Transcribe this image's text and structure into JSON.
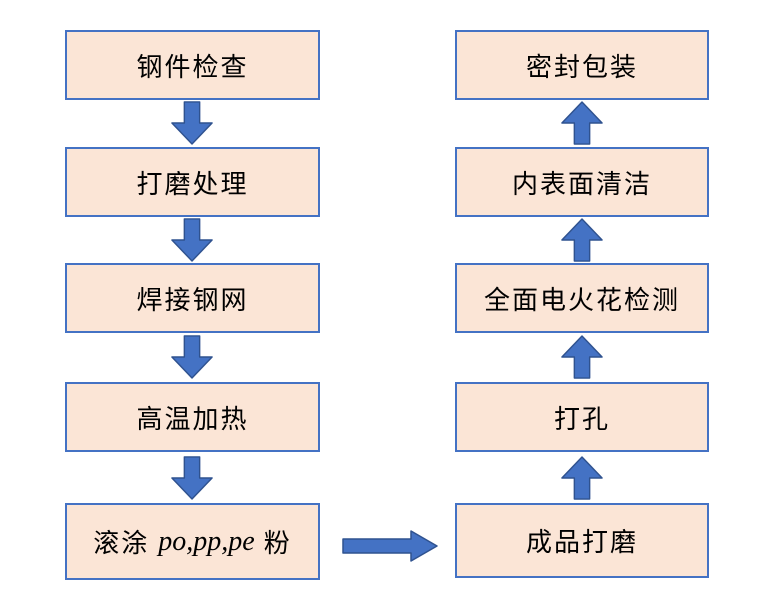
{
  "colors": {
    "background": "#FFFFFF",
    "node_fill": "#FBE5D6",
    "node_border": "#4472C4",
    "arrow_fill": "#4472C4",
    "arrow_border": "#2F528F",
    "text": "#000000"
  },
  "flow": {
    "left_column": [
      {
        "label": "钢件检查"
      },
      {
        "label": "打磨处理"
      },
      {
        "label": "焊接钢网"
      },
      {
        "label": "高温加热"
      },
      {
        "label": "滚涂 po,pp,pe 粉",
        "label_prefix": "滚涂",
        "label_latin": "po,pp,pe",
        "label_suffix": "粉"
      }
    ],
    "right_column": [
      {
        "label": "密封包装"
      },
      {
        "label": "内表面清洁"
      },
      {
        "label": "全面电火花检测"
      },
      {
        "label": "打孔"
      },
      {
        "label": "成品打磨"
      }
    ],
    "arrows": {
      "left_column_direction": "down",
      "right_column_direction": "up",
      "cross_link_direction": "right",
      "icons": [
        "arrow-down-icon",
        "arrow-up-icon",
        "arrow-right-icon"
      ]
    },
    "connections": [
      "钢件检查 → 打磨处理",
      "打磨处理 → 焊接钢网",
      "焊接钢网 → 高温加热",
      "高温加热 → 滚涂 po,pp,pe 粉",
      "滚涂 po,pp,pe 粉 → 成品打磨",
      "成品打磨 → 打孔",
      "打孔 → 全面电火花检测",
      "全面电火花检测 → 内表面清洁",
      "内表面清洁 → 密封包装"
    ]
  }
}
